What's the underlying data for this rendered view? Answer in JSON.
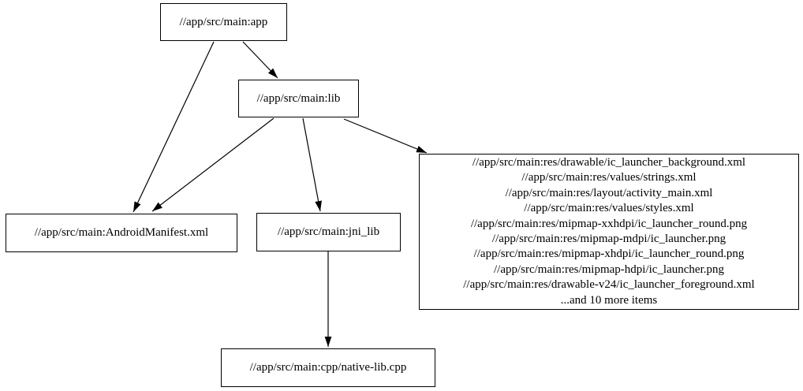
{
  "graph": {
    "nodes": {
      "app": {
        "label": "//app/src/main:app"
      },
      "lib": {
        "label": "//app/src/main:lib"
      },
      "android_manifest": {
        "label": "//app/src/main:AndroidManifest.xml"
      },
      "jni_lib": {
        "label": "//app/src/main:jni_lib"
      },
      "native_lib_cpp": {
        "label": "//app/src/main:cpp/native-lib.cpp"
      },
      "resources": {
        "lines": [
          "//app/src/main:res/drawable/ic_launcher_background.xml",
          "//app/src/main:res/values/strings.xml",
          "//app/src/main:res/layout/activity_main.xml",
          "//app/src/main:res/values/styles.xml",
          "//app/src/main:res/mipmap-xxhdpi/ic_launcher_round.png",
          "//app/src/main:res/mipmap-mdpi/ic_launcher.png",
          "//app/src/main:res/mipmap-xhdpi/ic_launcher_round.png",
          "//app/src/main:res/mipmap-hdpi/ic_launcher.png",
          "//app/src/main:res/drawable-v24/ic_launcher_foreground.xml",
          "...and 10 more items"
        ]
      }
    },
    "edges": [
      {
        "from": "app",
        "to": "lib"
      },
      {
        "from": "app",
        "to": "android_manifest"
      },
      {
        "from": "lib",
        "to": "android_manifest"
      },
      {
        "from": "lib",
        "to": "jni_lib"
      },
      {
        "from": "lib",
        "to": "resources"
      },
      {
        "from": "jni_lib",
        "to": "native_lib_cpp"
      }
    ],
    "colors": {
      "background": "#ffffff",
      "node_fill": "#ffffff",
      "node_border": "#000000",
      "edge": "#000000",
      "text": "#000000"
    }
  }
}
